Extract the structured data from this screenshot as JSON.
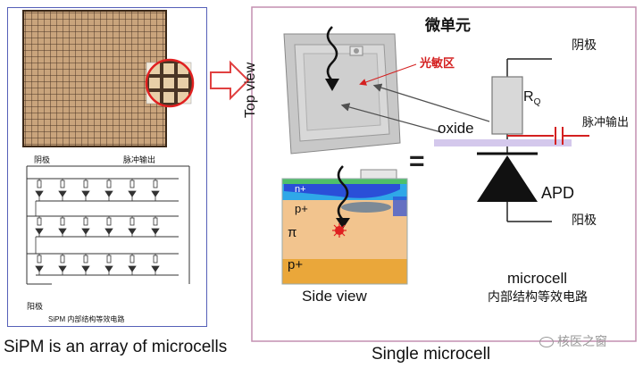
{
  "left_panel": {
    "caption": "SiPM is an array of microcells",
    "circuit_cathode": "阴极",
    "circuit_pulse_out": "脉冲输出",
    "circuit_anode": "阳极",
    "circuit_caption": "SiPM 内部结构等效电路"
  },
  "right_panel": {
    "caption": "Single microcell",
    "title_cn": "微单元",
    "top_view_label": "Top view",
    "sensitive_area": "光敏区",
    "oxide": "oxide",
    "side_view_label": "Side view",
    "layer_nplus": "n+",
    "layer_pplus": "p+",
    "layer_pi": "π",
    "layer_pplus_bottom": "p+",
    "equals": "=",
    "circuit": {
      "cathode": "阴极",
      "rq_main": "R",
      "rq_sub": "Q",
      "pulse_out": "脉冲输出",
      "apd": "APD",
      "anode": "阳极",
      "microcell": "microcell",
      "microcell_cn": "内部结构等效电路"
    }
  },
  "watermark": "核医之窗",
  "colors": {
    "grid_fill": "#c9a47c",
    "grid_line": "#4a3525",
    "left_border": "#5560b8",
    "right_border": "#c38fb0",
    "highlight_circle": "#e02020",
    "arrow_outline": "#e04040",
    "red_pointer": "#d42020",
    "capacitor": "#d42020",
    "oxide_bar": "#d4c8ec",
    "nplus": "#2a4fd8",
    "pplus": "#2fa8e8",
    "pi": "#f2c48e",
    "pplus_bottom": "#eaa73a"
  }
}
